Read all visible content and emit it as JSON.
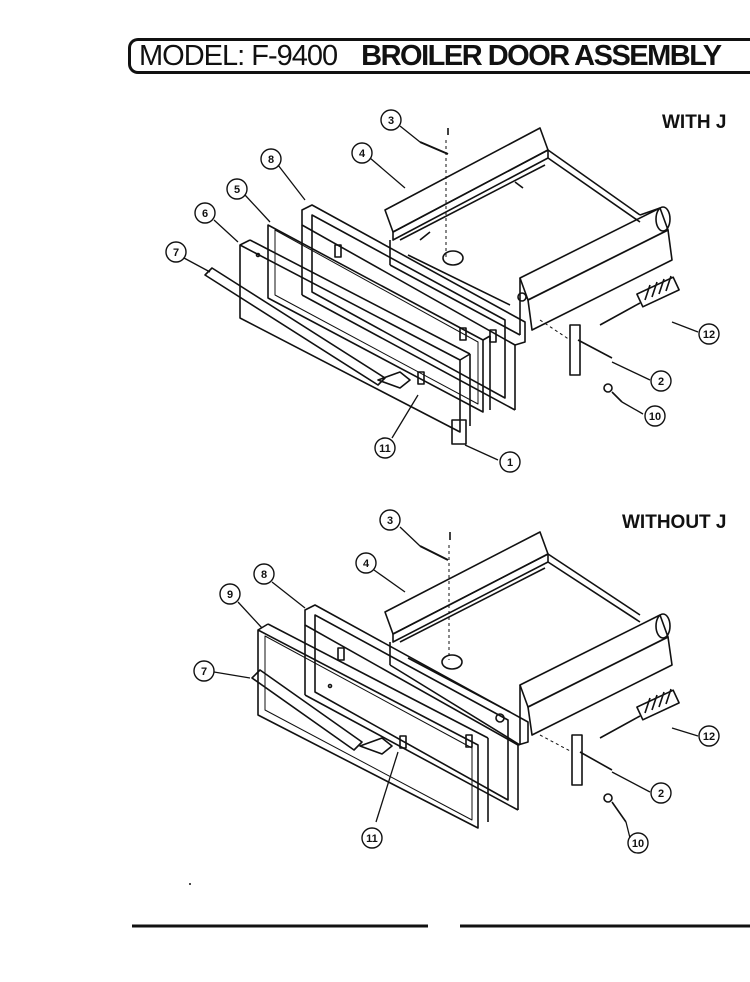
{
  "header": {
    "model": "MODEL: F-9400",
    "title": "BROILER DOOR ASSEMBLY"
  },
  "variants": [
    {
      "label": "WITH J"
    },
    {
      "label": "WITHOUT J"
    }
  ],
  "callouts_top": [
    "3",
    "4",
    "8",
    "5",
    "6",
    "7",
    "12",
    "2",
    "10",
    "11",
    "1"
  ],
  "callouts_bottom": [
    "3",
    "4",
    "8",
    "9",
    "7",
    "12",
    "2",
    "10",
    "11"
  ]
}
